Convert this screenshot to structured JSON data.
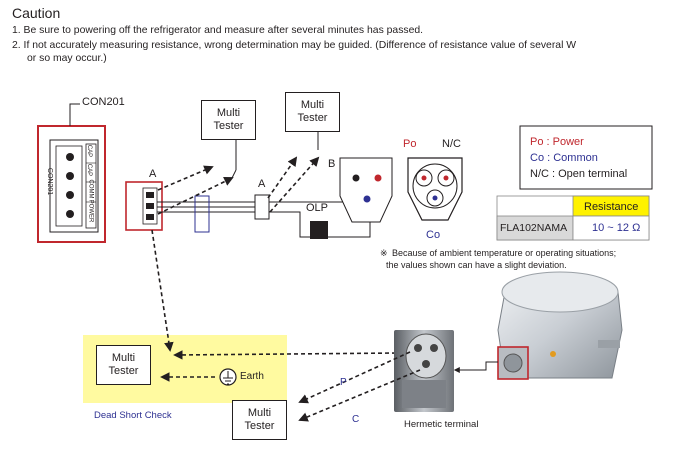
{
  "caution": {
    "title": "Caution",
    "line1": "1.  Be sure to powering off the refrigerator and measure after several minutes has passed.",
    "line2a": "2.  If not accurately measuring resistance, wrong determination may be guided. (Difference of resistance value of several W",
    "line2b": "or so may occur.)"
  },
  "labels": {
    "con201": "CON201",
    "a_left": "A",
    "a_mid": "A",
    "b": "B",
    "olp": "OLP",
    "po": "Po",
    "nc": "N/C",
    "co": "Co",
    "p": "P",
    "c": "C",
    "earth": "Earth",
    "dead_short": "Dead Short Check",
    "hermetic": "Hermetic terminal"
  },
  "connector_pins": [
    "CAP",
    "CAP",
    "COMM",
    "POWER"
  ],
  "connector_side_label": "CON201",
  "testers": {
    "t1_line1": "Multi",
    "t1_line2": "Tester",
    "t2_line1": "Multi",
    "t2_line2": "Tester",
    "t3_line1": "Multi",
    "t3_line2": "Tester",
    "t4_line1": "Multi",
    "t4_line2": "Tester"
  },
  "legend": {
    "po": "Po : Power",
    "co": "Co : Common",
    "nc": "N/C : Open terminal"
  },
  "resistance_table": {
    "header": "Resistance",
    "model": "FLA102NAMA",
    "value": "10 ~ 12 Ω"
  },
  "footnote": {
    "mark": "※",
    "line1": "Because of ambient temperature or operating situations;",
    "line2": "the values shown can have a slight deviation."
  },
  "colors": {
    "red_border": "#c0272d",
    "yellow_highlight": "#fffaa0",
    "table_header": "#fff200",
    "blue_text": "#2e3192",
    "red_text": "#c0272d",
    "dead_short_text": "#2e3192"
  }
}
